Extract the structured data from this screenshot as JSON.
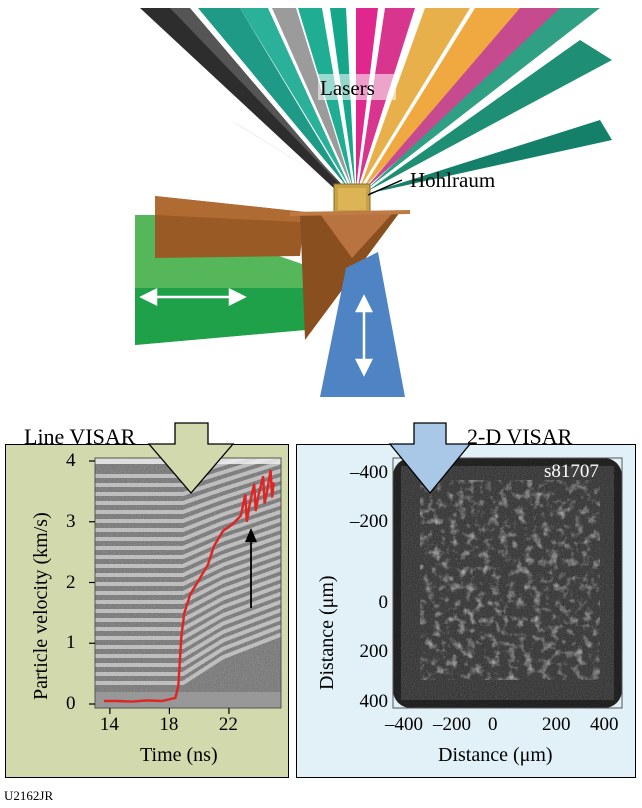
{
  "labels": {
    "lasers": "Lasers",
    "hohlraum": "Hohlraum",
    "line_visar": "Line VISAR",
    "visar_2d": "2-D VISAR",
    "figure_id": "U2162JR"
  },
  "line_plot": {
    "ylabel": "Particle velocity (km/s)",
    "xlabel": "Time (ns)",
    "yticks": [
      "4",
      "3",
      "2",
      "1",
      "0"
    ],
    "xticks": [
      "14",
      "18",
      "22"
    ]
  },
  "image_plot": {
    "shot_label": "s81707",
    "ylabel": "Distance (μm)",
    "xlabel": "Distance (μm)",
    "yticks": [
      "–400",
      "–200",
      "0",
      "200",
      "400"
    ],
    "xticks": [
      "–400",
      "–200",
      "0",
      "200",
      "400"
    ]
  },
  "colors": {
    "line_panel_bg": "#d1d9ad",
    "image_panel_bg": "#e2f1f7",
    "trace": "#e02424",
    "target_body": "#9a5a26",
    "green_beam": "#3da843",
    "blue_beam": "#4f84c4",
    "arrow_green": "#d1d9ad",
    "arrow_blue": "#a9c7e6"
  },
  "chart_data": {
    "type": "line",
    "x_unit": "ns",
    "y_unit": "km/s",
    "xlim": [
      13,
      25.5
    ],
    "ylim": [
      0,
      4
    ],
    "series": [
      {
        "x": [
          13.6,
          14.5,
          15.5,
          16.5,
          17.5,
          18.4,
          18.6,
          18.8,
          19.0,
          19.4,
          20.0,
          20.6,
          21.0,
          21.6,
          22.2,
          22.8,
          23.4,
          24.0,
          24.6,
          25.0
        ],
        "y": [
          0.05,
          0.05,
          0.04,
          0.06,
          0.05,
          0.1,
          0.3,
          1.1,
          1.5,
          1.8,
          2.05,
          2.3,
          2.6,
          2.85,
          2.95,
          3.1,
          3.3,
          3.45,
          3.55,
          3.65
        ]
      }
    ],
    "annotations": [
      "arrow marking breakout near 23.5 ns"
    ]
  }
}
